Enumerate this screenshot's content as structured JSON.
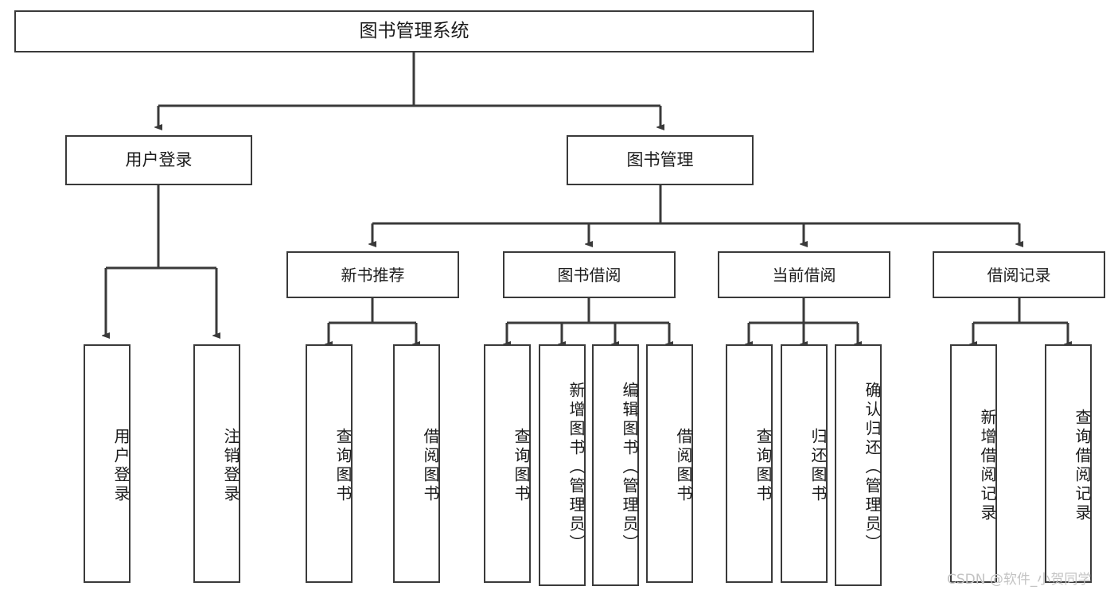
{
  "diagram": {
    "title": "图书管理系统",
    "type": "functional-structure-tree",
    "colors": {
      "box_border": "#3a3a3a",
      "box_fill": "#ffffff",
      "connector": "#3a3a3a",
      "text": "#1b1b1b",
      "watermark": "#c3c3c3",
      "background": "#ffffff"
    },
    "root": {
      "label": "图书管理系统"
    },
    "level2": [
      {
        "label": "用户登录"
      },
      {
        "label": "图书管理"
      }
    ],
    "level3": [
      {
        "label": "新书推荐"
      },
      {
        "label": "图书借阅"
      },
      {
        "label": "当前借阅"
      },
      {
        "label": "借阅记录"
      }
    ],
    "leaves": {
      "user_login": [
        {
          "label": "用户登录"
        },
        {
          "label": "注销登录"
        }
      ],
      "new_book_recommend": [
        {
          "label": "查询图书"
        },
        {
          "label": "借阅图书"
        }
      ],
      "book_borrow": [
        {
          "label": "查询图书"
        },
        {
          "label": "新增图书（管理员）"
        },
        {
          "label": "编辑图书（管理员）"
        },
        {
          "label": "借阅图书"
        }
      ],
      "current_borrow": [
        {
          "label": "查询图书"
        },
        {
          "label": "归还图书"
        },
        {
          "label": "确认归还（管理员）"
        }
      ],
      "borrow_record": [
        {
          "label": "新增借阅记录"
        },
        {
          "label": "查询借阅记录"
        }
      ]
    }
  },
  "watermark": {
    "text": "CSDN @软件_小贺同学"
  }
}
